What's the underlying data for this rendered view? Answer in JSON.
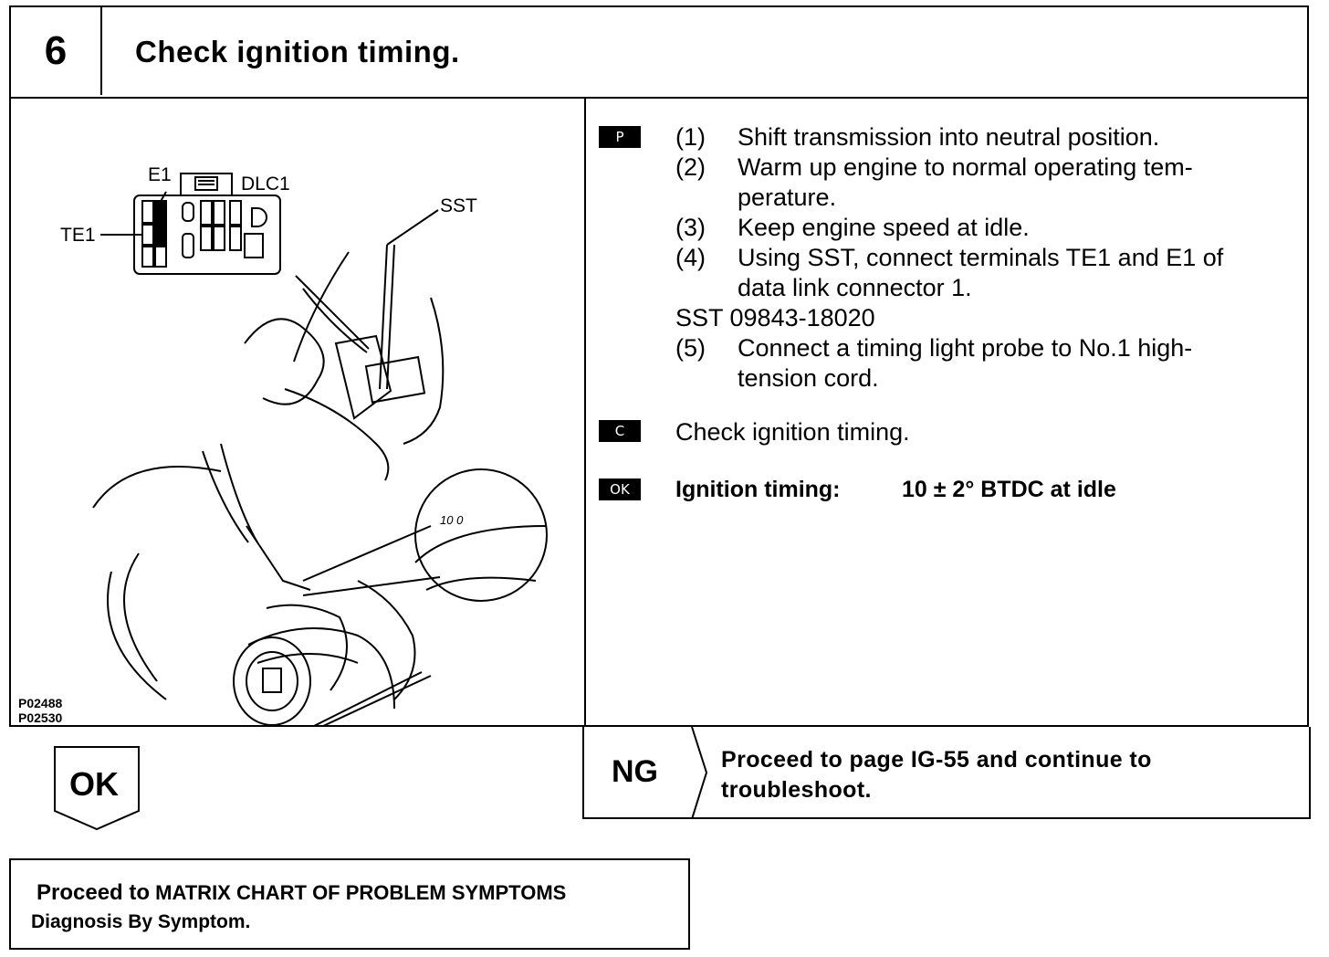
{
  "header": {
    "step": "6",
    "title": "Check ignition timing."
  },
  "figure": {
    "labels": {
      "e1": "E1",
      "dlc1": "DLC1",
      "te1": "TE1",
      "sst": "SST",
      "timing_marks": "10 0"
    },
    "codes": [
      "P02488",
      "P02530"
    ]
  },
  "instructions": {
    "p_tag": "P",
    "c_tag": "C",
    "ok_tag": "OK",
    "steps": [
      {
        "num": "(1)",
        "lines": [
          "Shift transmission into neutral position."
        ]
      },
      {
        "num": "(2)",
        "lines": [
          "Warm up engine to normal operating tem-",
          "perature."
        ]
      },
      {
        "num": "(3)",
        "lines": [
          "Keep engine speed at idle."
        ]
      },
      {
        "num": "(4)",
        "lines": [
          "Using SST, connect terminals TE1 and E1 of",
          "data link connector 1."
        ]
      }
    ],
    "sst_line": "SST 09843-18020",
    "step5": {
      "num": "(5)",
      "lines": [
        "Connect a timing light probe to No.1 high-",
        "tension cord."
      ]
    },
    "check_text": "Check ignition timing.",
    "spec_label": "Ignition timing:",
    "spec_value": "10 ± 2° BTDC at idle"
  },
  "ng": {
    "label": "NG",
    "line1": "Proceed to page IG-55 and continue to",
    "line2": "troubleshoot."
  },
  "ok": {
    "label": "OK"
  },
  "final": {
    "proceed": "Proceed to",
    "target": "MATRIX CHART OF PROBLEM SYMPTOMS",
    "line2": "Diagnosis By Symptom."
  }
}
